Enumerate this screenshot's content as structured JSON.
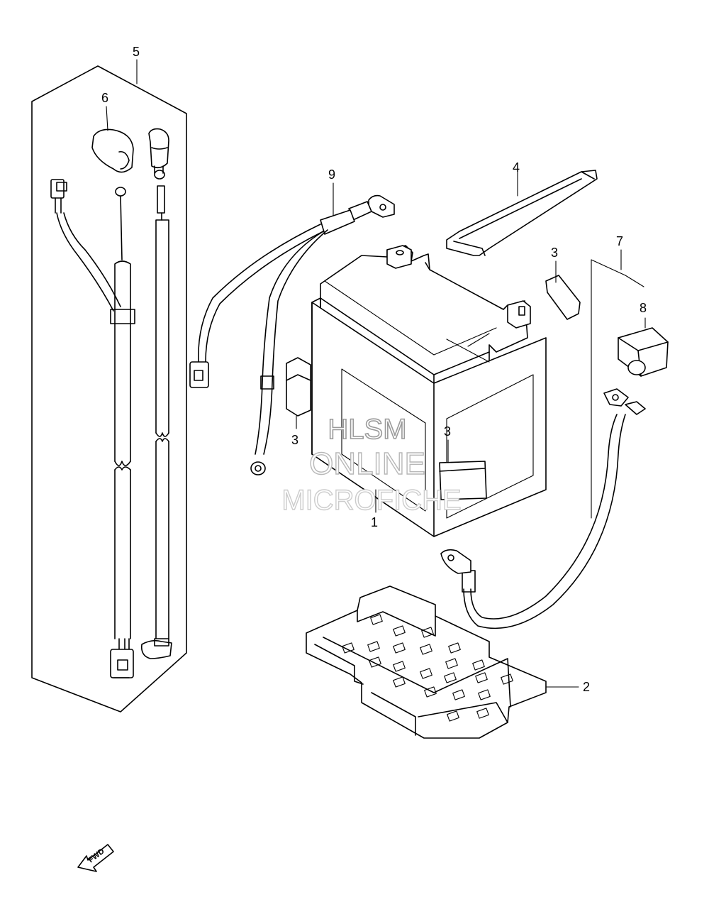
{
  "callouts": {
    "c1": "1",
    "c2": "2",
    "c3a": "3",
    "c3b": "3",
    "c3c": "3",
    "c4": "4",
    "c5": "5",
    "c6": "6",
    "c7": "7",
    "c8": "8",
    "c9": "9"
  },
  "watermark": {
    "line1": "HLSM",
    "line2": "ONLINE",
    "line3": "MICROFICHE"
  },
  "direction": {
    "label": "FWD",
    "icon": "forward-arrow-icon"
  }
}
